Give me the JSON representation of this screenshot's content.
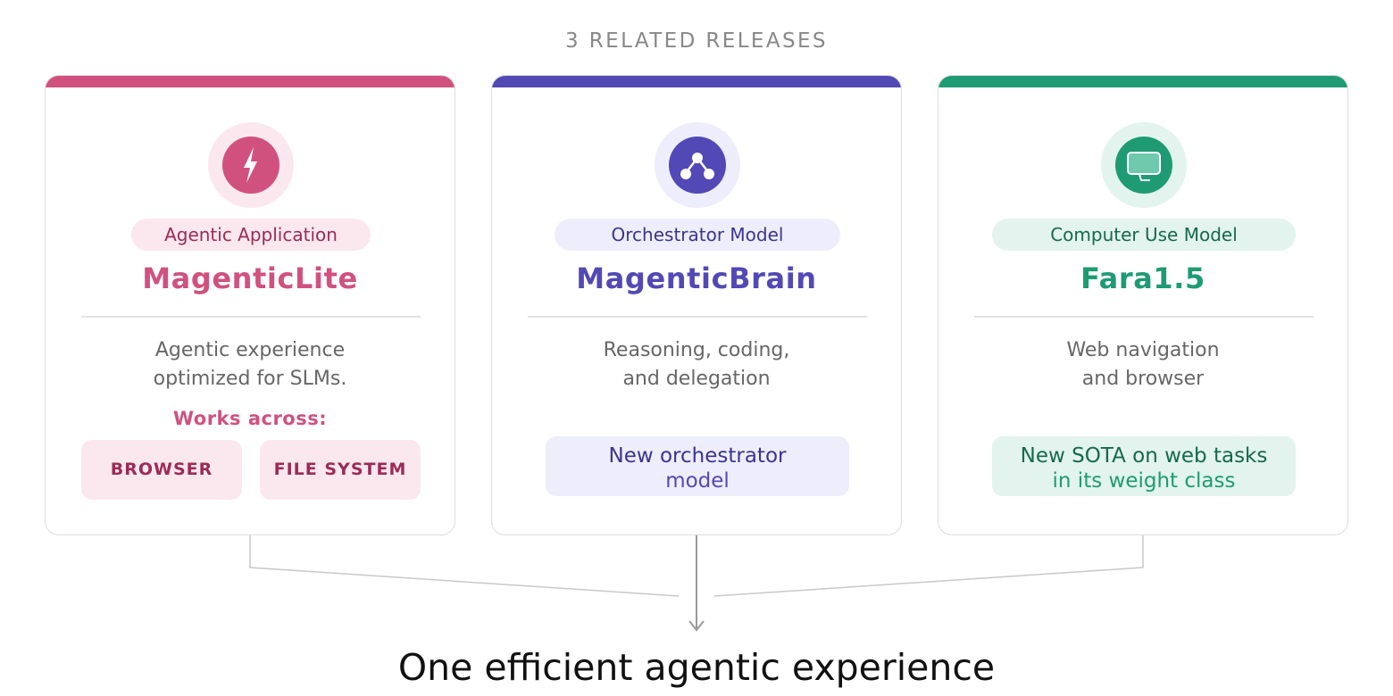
{
  "header": {
    "title": "3 RELATED RELEASES"
  },
  "cards": [
    {
      "category": "Agentic Application",
      "name": "MagenticLite",
      "desc_lines": [
        "Agentic experience",
        "optimized for SLMs."
      ],
      "works_across_label": "Works across:",
      "chips": [
        "BROWSER",
        "FILE SYSTEM"
      ],
      "icon": "lightning-bolt-icon",
      "colors": {
        "accent": "#d1517e",
        "light": "#fbe8ee",
        "dark": "#9b2b55"
      }
    },
    {
      "category": "Orchestrator Model",
      "name": "MagenticBrain",
      "desc_lines": [
        "Reasoning, coding,",
        "and delegation"
      ],
      "note_lines": [
        "New orchestrator",
        "model"
      ],
      "icon": "network-nodes-icon",
      "colors": {
        "accent": "#5249b6",
        "light": "#eeedfb",
        "dark": "#3a3591"
      }
    },
    {
      "category": "Computer Use Model",
      "name": "Fara1.5",
      "desc_lines": [
        "Web navigation",
        "and browser"
      ],
      "note_lines": [
        "New SOTA on web tasks",
        "in its weight class"
      ],
      "icon": "monitor-icon",
      "colors": {
        "accent": "#1f9b73",
        "light": "#e2f4ed",
        "dark": "#17684f"
      }
    }
  ],
  "footer": {
    "text": "One efficient agentic experience"
  }
}
